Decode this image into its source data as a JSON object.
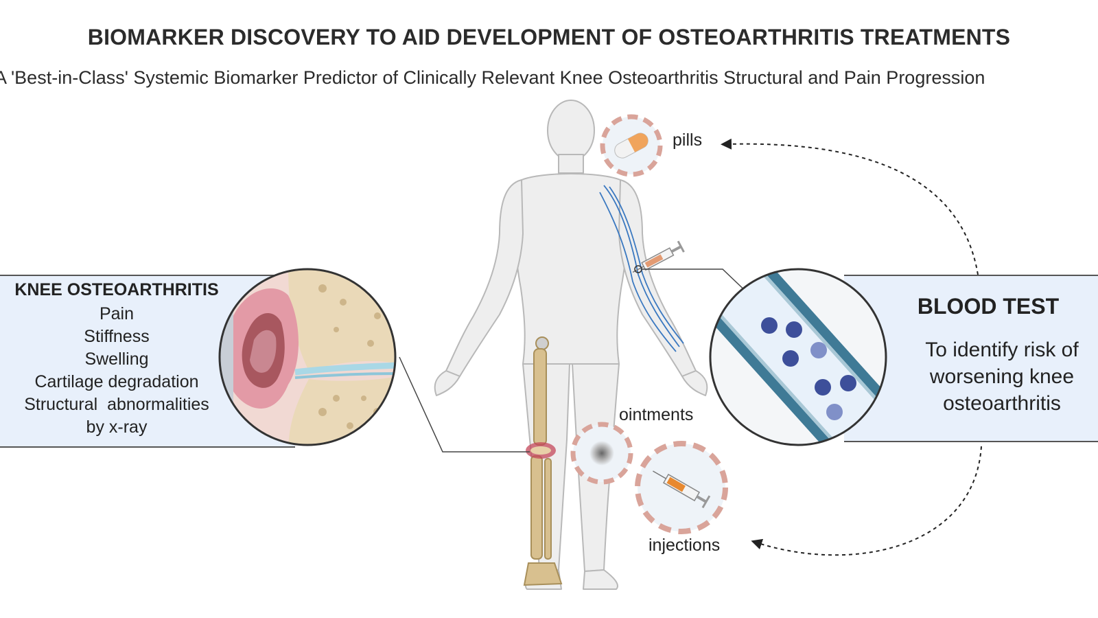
{
  "title": "BIOMARKER DISCOVERY TO AID DEVELOPMENT OF OSTEOARTHRITIS TREATMENTS",
  "subtitle": "A 'Best-in-Class' Systemic Biomarker Predictor of Clinically Relevant Knee Osteoarthritis Structural and Pain Progression",
  "knee_panel": {
    "heading": "KNEE OSTEOARTHRITIS",
    "symptoms": [
      "Pain",
      "Stiffness",
      "Swelling",
      "Cartilage degradation",
      "Structural  abnormalities",
      "by x-ray"
    ]
  },
  "blood_panel": {
    "heading": "BLOOD TEST",
    "description": [
      "To identify risk of",
      "worsening knee",
      "osteoarthritis"
    ]
  },
  "treatments": {
    "pills": "pills",
    "ointments": "ointments",
    "injections": "injections"
  },
  "colors": {
    "panel_fill": "#e8f0fb",
    "dashed_circle": "#d9a49a",
    "vessel": "#3f7a96",
    "blood_cell": "#3d4f9a",
    "bone": "#d8c08f",
    "inflamed_joint": "#c4475a"
  }
}
